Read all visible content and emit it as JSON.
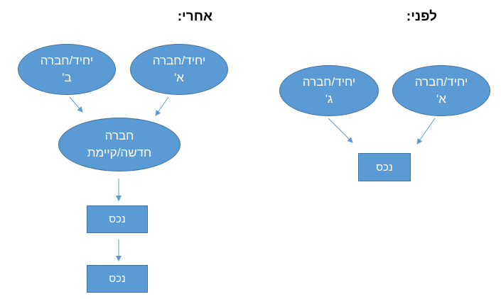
{
  "after": {
    "heading": "אחרי:",
    "entity_b": {
      "line1": "יחיד/חברה",
      "line2": "ב'"
    },
    "entity_a": {
      "line1": "יחיד/חברה",
      "line2": "א'"
    },
    "company": {
      "line1": "חברה",
      "line2": "חדשה/קיימת"
    },
    "asset_1": "נכס",
    "asset_2": "נכס"
  },
  "before": {
    "heading": "לפני:",
    "entity_g": {
      "line1": "יחיד/חברה",
      "line2": "ג'"
    },
    "entity_a": {
      "line1": "יחיד/חברה",
      "line2": "א'"
    },
    "asset": "נכס"
  },
  "colors": {
    "shape_fill": "#5b9bd5",
    "shape_border": "#41719c",
    "arrow": "#5b9bd5"
  }
}
